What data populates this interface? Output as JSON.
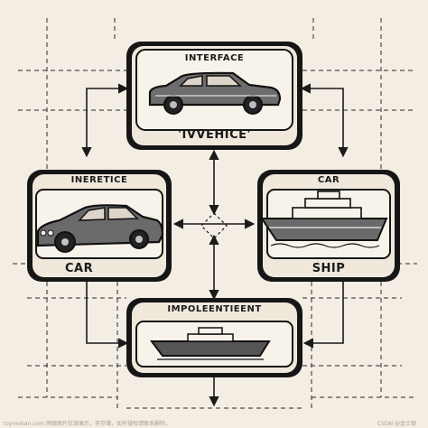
{
  "boxes": {
    "top": {
      "title": "INTERFACE",
      "subtitle": "'IVVEHICE'"
    },
    "left": {
      "title": "INERETICE",
      "subtitle": "CAR"
    },
    "right": {
      "title": "CAR",
      "subtitle": "SHIP"
    },
    "bottom": {
      "title": "IMPOLEENTIEENT"
    }
  },
  "watermarks": {
    "left": "toymoban.com 网络图片仅供展示，非存储，如有侵权请联系删除。",
    "right": "CSDN @金士顿"
  },
  "icons": [
    "car-icon",
    "ship-icon"
  ]
}
